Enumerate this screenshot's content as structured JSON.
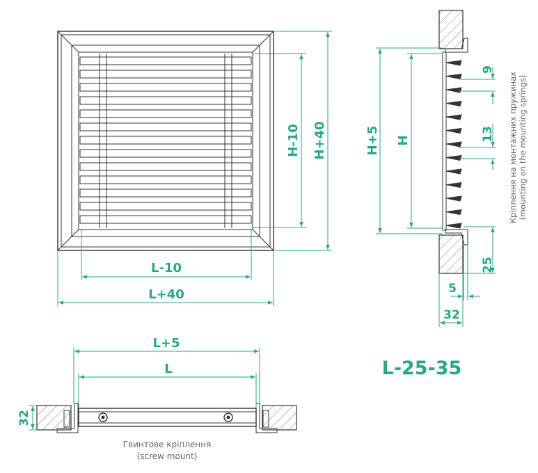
{
  "colors": {
    "accent": "#2aa586",
    "line": "#333333",
    "caption": "#666666"
  },
  "front_view": {
    "width_inner": "L-10",
    "width_outer": "L+40",
    "height_inner": "H-10",
    "height_outer": "H+40"
  },
  "side_view": {
    "height_total": "H+5",
    "height": "H",
    "blade_pitch_top": "9",
    "blade_pitch_mid": "13",
    "flange_height": "25",
    "flange_offset": "5",
    "depth": "32",
    "note_line1": "Кріплення на монтажних пружинах",
    "note_line2": "(mounting on the mounting springs)"
  },
  "bottom_view": {
    "width_total": "L+5",
    "width": "L",
    "depth": "32",
    "caption_line1": "Гвинтове кріплення",
    "caption_line2": "(screw mount)"
  },
  "model_name": "L-25-35"
}
